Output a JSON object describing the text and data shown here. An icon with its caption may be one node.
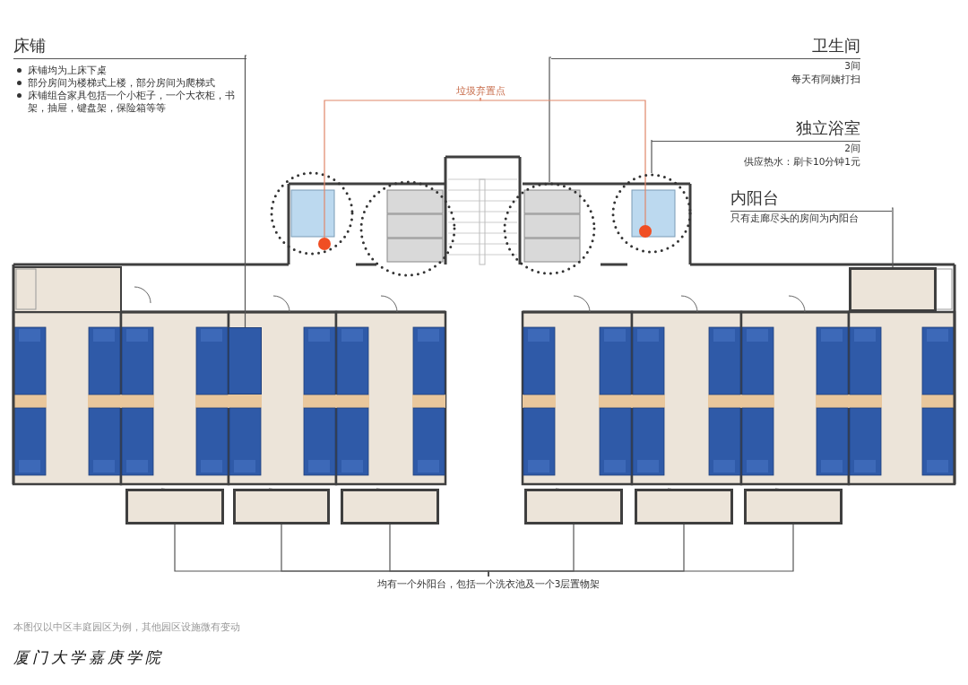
{
  "diagram": {
    "nodes": [
      {
        "text": [
          "床铺",
          "床铺均为上床下桌",
          "部分房间为楼梯式上楼，部分房间为爬梯式",
          "床铺组合家具包括一个小柜子，一个大衣柜，书架，抽屉，键盘架，保险箱等等"
        ]
      },
      {
        "text": [
          "卫生间",
          "3间",
          "每天有阿姨打扫"
        ]
      },
      {
        "text": [
          "独立浴室",
          "2间",
          "供应热水：刷卡10分钟1元"
        ]
      },
      {
        "text": [
          "内阳台",
          "只有走廊尽头的房间为内阳台"
        ]
      },
      {
        "text": [
          "垃圾弃置点"
        ]
      },
      {
        "text": [
          "均有一个外阳台，包括一个洗衣池及一个3层置物架"
        ]
      },
      {
        "text": [],
        "shape": "box"
      },
      {
        "text": [],
        "shape": "circle"
      },
      {
        "text": [],
        "shape": "circle"
      },
      {
        "text": [],
        "shape": "box"
      },
      {
        "text": [],
        "shape": "circle"
      },
      {
        "text": [],
        "shape": "circle",
        "in": 8
      },
      {
        "text": [],
        "shape": "box"
      },
      {
        "text": [],
        "shape": "box"
      },
      {
        "text": [],
        "shape": "box"
      },
      {
        "text": [],
        "shape": "box"
      },
      {
        "text": [],
        "shape": "box"
      },
      {
        "text": [],
        "shape": "box"
      }
    ],
    "edges": [
      {
        "from": 0,
        "to": 6,
        "arrow": "none"
      },
      {
        "from": 1,
        "to": 7,
        "arrow": "none"
      },
      {
        "from": 2,
        "to": 8,
        "arrow": "none"
      },
      {
        "from": 3,
        "to": 9,
        "arrow": "none"
      },
      {
        "from": 4,
        "to": 10,
        "arrow": "none",
        "color": "#e0876a"
      },
      {
        "from": 4,
        "to": 11,
        "arrow": "none",
        "color": "#e0876a"
      },
      {
        "from": 5,
        "to": 12,
        "arrow": "none"
      },
      {
        "from": 5,
        "to": 13,
        "arrow": "none"
      },
      {
        "from": 5,
        "to": 14,
        "arrow": "none"
      },
      {
        "from": 5,
        "to": 15,
        "arrow": "none"
      },
      {
        "from": 5,
        "to": 16,
        "arrow": "none"
      },
      {
        "from": 5,
        "to": 17,
        "arrow": "none"
      }
    ],
    "labels": [
      "本图仅以中区丰庭园区为例，其他园区设施微有变动",
      "厦门大学嘉庚学院"
    ]
  }
}
